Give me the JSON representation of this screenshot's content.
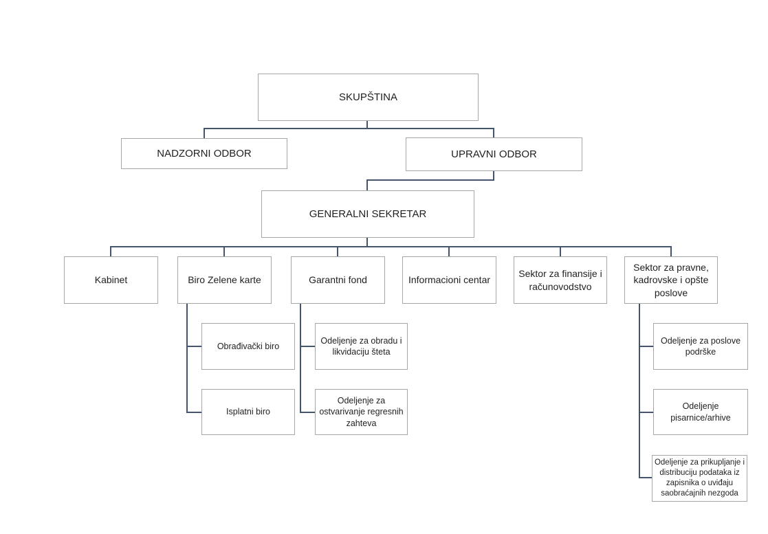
{
  "chart": {
    "type": "org-hierarchy",
    "colors": {
      "box_border": "#a6a6a6",
      "connector": "#44546a",
      "text": "#1f1f1f",
      "background": "#ffffff"
    },
    "root": {
      "label": "SKUPŠTINA",
      "children": [
        {
          "label": "NADZORNI ODBOR",
          "children": []
        },
        {
          "label": "UPRAVNI ODBOR",
          "children": [
            {
              "label": "GENERALNI SEKRETAR",
              "children": [
                {
                  "label": "Kabinet",
                  "children": []
                },
                {
                  "label": "Biro Zelene karte",
                  "children": [
                    {
                      "label": "Obrađivački biro"
                    },
                    {
                      "label": "Isplatni biro"
                    }
                  ]
                },
                {
                  "label": "Garantni fond",
                  "children": [
                    {
                      "label": "Odeljenje za obradu i likvidaciju šteta"
                    },
                    {
                      "label": "Odeljenje za ostvarivanje regresnih zahteva"
                    }
                  ]
                },
                {
                  "label": "Informacioni centar",
                  "children": []
                },
                {
                  "label": "Sektor za finansije i računovodstvo",
                  "children": []
                },
                {
                  "label": "Sektor za pravne, kadrovske i opšte poslove",
                  "children": [
                    {
                      "label": "Odeljenje za poslove podrške"
                    },
                    {
                      "label": "Odeljenje pisarnice/arhive"
                    },
                    {
                      "label": "Odeljenje za prikupljanje i distribuciju podataka iz zapisnika o uviđaju saobraćajnih nezgoda"
                    }
                  ]
                }
              ]
            }
          ]
        }
      ]
    }
  }
}
